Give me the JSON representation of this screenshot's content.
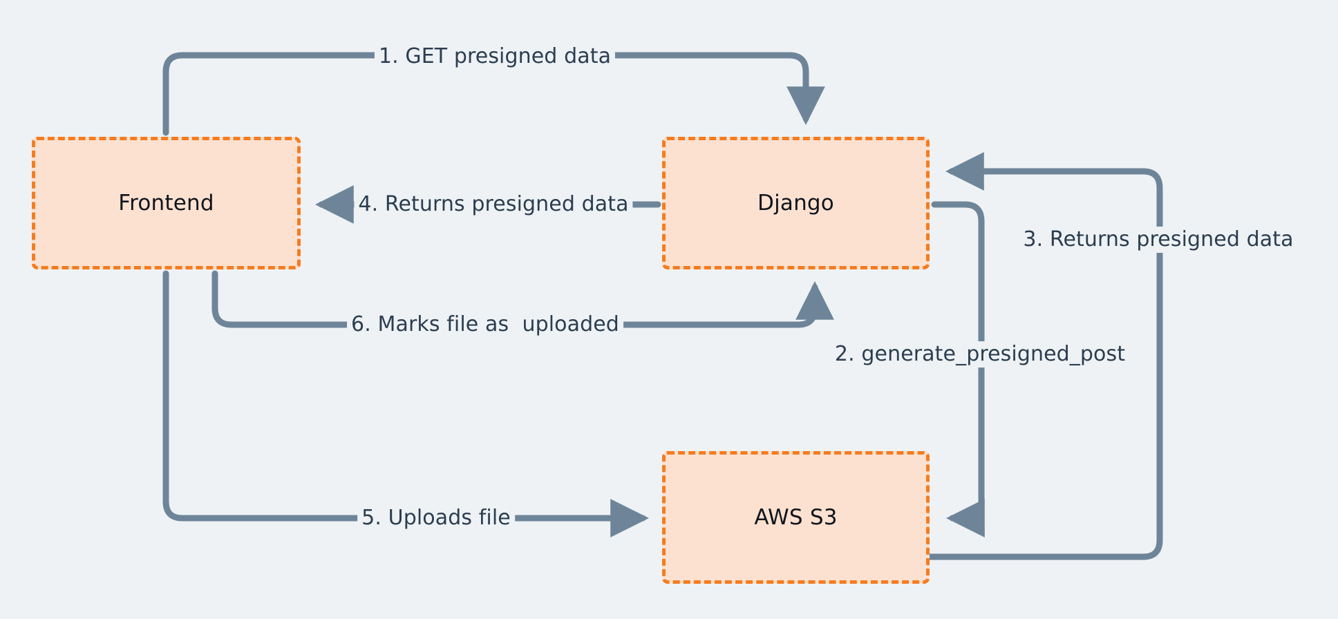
{
  "diagram": {
    "type": "flow-sequence",
    "title": "S3 presigned POST upload flow",
    "background_color": "#eef2f5",
    "node_fill_color": "#fde1d0",
    "node_border_color": "#f57c20",
    "edge_color": "#6e8599",
    "label_text_color": "#2b3d4f",
    "node_text_color": "#10151c",
    "nodes": [
      {
        "id": "frontend",
        "label": "Frontend"
      },
      {
        "id": "django",
        "label": "Django"
      },
      {
        "id": "s3",
        "label": "AWS S3"
      }
    ],
    "edges": [
      {
        "step": "1",
        "label": "1. GET presigned data",
        "from": "frontend",
        "to": "django"
      },
      {
        "step": "2",
        "label": "2. generate_presigned_post",
        "from": "django",
        "to": "s3"
      },
      {
        "step": "3",
        "label": "3. Returns presigned data",
        "from": "s3",
        "to": "django"
      },
      {
        "step": "4",
        "label": "4. Returns presigned data",
        "from": "django",
        "to": "frontend"
      },
      {
        "step": "5",
        "label": "5. Uploads file",
        "from": "frontend",
        "to": "s3"
      },
      {
        "step": "6",
        "label": "6. Marks file as  uploaded",
        "from": "frontend",
        "to": "django"
      }
    ]
  }
}
